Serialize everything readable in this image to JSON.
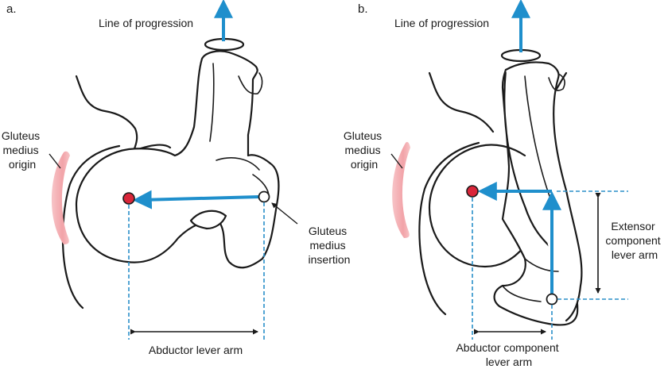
{
  "panel_a": {
    "letter": "a.",
    "line_of_progression": "Line of progression",
    "origin_label": [
      "Gluteus",
      "medius",
      "origin"
    ],
    "insertion_label": [
      "Gluteus",
      "medius",
      "insertion"
    ],
    "lever_arm_label": "Abductor lever arm"
  },
  "panel_b": {
    "letter": "b.",
    "line_of_progression": "Line of progression",
    "origin_label": [
      "Gluteus",
      "medius",
      "origin"
    ],
    "extensor_label": [
      "Extensor",
      "component",
      "lever arm"
    ],
    "abductor_label": [
      "Abductor component",
      "lever arm"
    ]
  },
  "colors": {
    "arrow_blue": "#1f8fcc",
    "dashed_blue": "#2a8fc9",
    "hip_center_red": "#d9263a",
    "muscle_origin_pink": "#f2a3a8",
    "outline": "#1a1a1a"
  }
}
